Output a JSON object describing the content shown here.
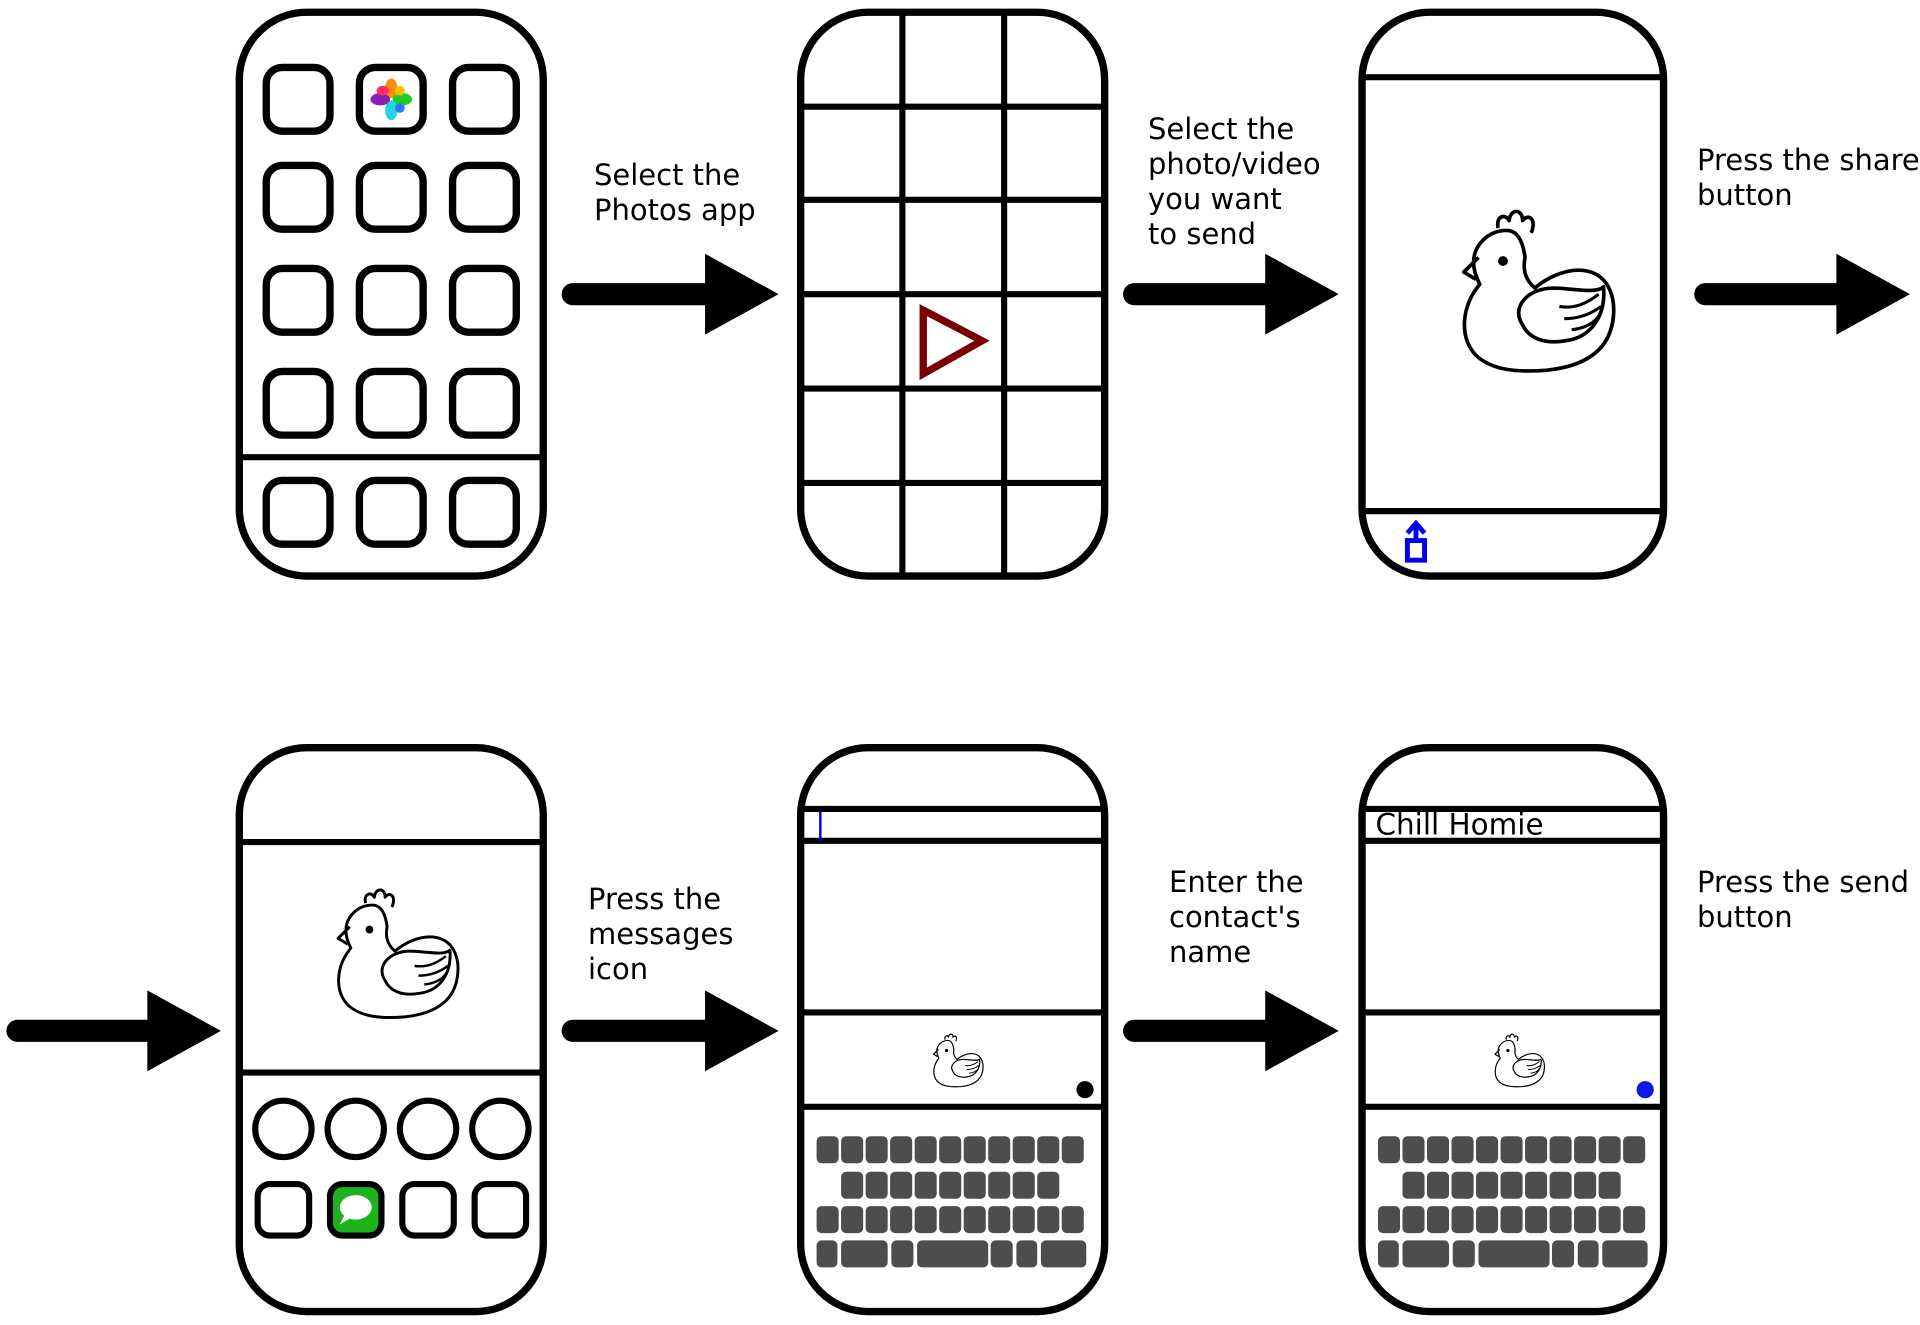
{
  "steps": [
    {
      "caption": "Select the\nPhotos app",
      "icon": "photos-app-icon"
    },
    {
      "caption": "Select the\nphoto/video\nyou want\nto send",
      "icon": "play-icon"
    },
    {
      "caption": "Press the share\nbutton",
      "icon": "share-icon"
    },
    {
      "caption": "Press the\nmessages\nicon",
      "icon": "messages-icon"
    },
    {
      "caption": "Enter the\ncontact's\nname",
      "icon": "keyboard"
    },
    {
      "caption": "Press the send\nbutton",
      "icon": "send-icon"
    }
  ],
  "contact_field": {
    "empty_cursor": "|",
    "filled_value": "Chill Homie"
  },
  "colors": {
    "outline": "#000000",
    "play": "#7a0000",
    "share": "#0000ee",
    "messages": "#1db31d",
    "send": "#0a18e6",
    "key": "#4d4d4d"
  }
}
